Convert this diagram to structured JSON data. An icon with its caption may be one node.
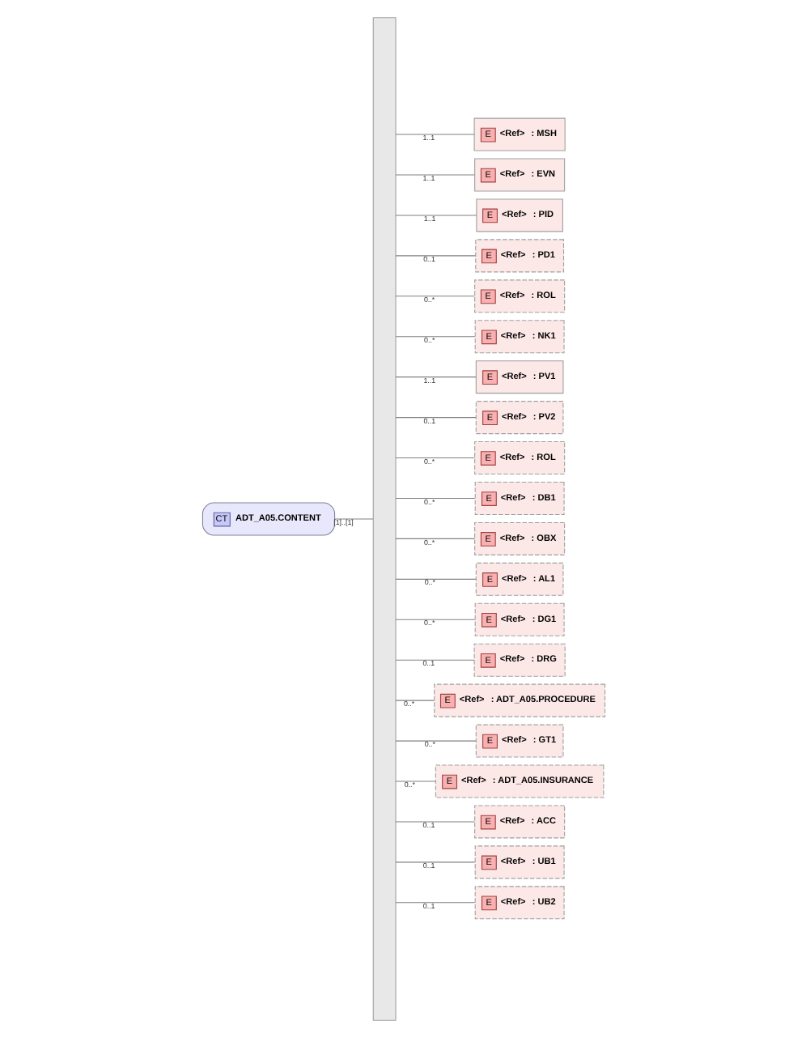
{
  "diagram": {
    "nodes": [
      {
        "text": [
          "CT",
          "ADT_A05.CONTENT"
        ]
      },
      {
        "text": [],
        "shape": "bar"
      },
      {
        "text": [
          "E",
          "<Ref>",
          ": MSH"
        ]
      },
      {
        "text": [
          "E",
          "<Ref>",
          ": EVN"
        ]
      },
      {
        "text": [
          "E",
          "<Ref>",
          ": PID"
        ]
      },
      {
        "text": [
          "E",
          "<Ref>",
          ": PD1"
        ]
      },
      {
        "text": [
          "E",
          "<Ref>",
          ": ROL"
        ]
      },
      {
        "text": [
          "E",
          "<Ref>",
          ": NK1"
        ]
      },
      {
        "text": [
          "E",
          "<Ref>",
          ": PV1"
        ]
      },
      {
        "text": [
          "E",
          "<Ref>",
          ": PV2"
        ]
      },
      {
        "text": [
          "E",
          "<Ref>",
          ": ROL"
        ]
      },
      {
        "text": [
          "E",
          "<Ref>",
          ": DB1"
        ]
      },
      {
        "text": [
          "E",
          "<Ref>",
          ": OBX"
        ]
      },
      {
        "text": [
          "E",
          "<Ref>",
          ": AL1"
        ]
      },
      {
        "text": [
          "E",
          "<Ref>",
          ": DG1"
        ]
      },
      {
        "text": [
          "E",
          "<Ref>",
          ": DRG"
        ]
      },
      {
        "text": [
          "E",
          "<Ref>",
          ": ADT_A05.PROCEDURE"
        ]
      },
      {
        "text": [
          "E",
          "<Ref>",
          ": GT1"
        ]
      },
      {
        "text": [
          "E",
          "<Ref>",
          ": ADT_A05.INSURANCE"
        ]
      },
      {
        "text": [
          "E",
          "<Ref>",
          ": ACC"
        ]
      },
      {
        "text": [
          "E",
          "<Ref>",
          ": UB1"
        ]
      },
      {
        "text": [
          "E",
          "<Ref>",
          ": UB2"
        ]
      }
    ],
    "edges": [
      {
        "from": 0,
        "to": 1,
        "arrow": "none",
        "label": "[1]..[1]"
      },
      {
        "from": 1,
        "to": 2,
        "arrow": "none",
        "label": "1..1"
      },
      {
        "from": 1,
        "to": 3,
        "arrow": "none",
        "label": "1..1"
      },
      {
        "from": 1,
        "to": 4,
        "arrow": "none",
        "label": "1..1"
      },
      {
        "from": 1,
        "to": 5,
        "arrow": "none",
        "label": "0..1"
      },
      {
        "from": 1,
        "to": 6,
        "arrow": "none",
        "label": "0..*"
      },
      {
        "from": 1,
        "to": 7,
        "arrow": "none",
        "label": "0..*"
      },
      {
        "from": 1,
        "to": 8,
        "arrow": "none",
        "label": "1..1"
      },
      {
        "from": 1,
        "to": 9,
        "arrow": "none",
        "label": "0..1"
      },
      {
        "from": 1,
        "to": 10,
        "arrow": "none",
        "label": "0..*"
      },
      {
        "from": 1,
        "to": 11,
        "arrow": "none",
        "label": "0..*"
      },
      {
        "from": 1,
        "to": 12,
        "arrow": "none",
        "label": "0..*"
      },
      {
        "from": 1,
        "to": 13,
        "arrow": "none",
        "label": "0..*"
      },
      {
        "from": 1,
        "to": 14,
        "arrow": "none",
        "label": "0..*"
      },
      {
        "from": 1,
        "to": 15,
        "arrow": "none",
        "label": "0..1"
      },
      {
        "from": 1,
        "to": 16,
        "arrow": "none",
        "label": "0..*"
      },
      {
        "from": 1,
        "to": 17,
        "arrow": "none",
        "label": "0..*"
      },
      {
        "from": 1,
        "to": 18,
        "arrow": "none",
        "label": "0..*"
      },
      {
        "from": 1,
        "to": 19,
        "arrow": "none",
        "label": "0..1"
      },
      {
        "from": 1,
        "to": 20,
        "arrow": "none",
        "label": "0..1"
      },
      {
        "from": 1,
        "to": 21,
        "arrow": "none",
        "label": "0..1"
      }
    ]
  }
}
